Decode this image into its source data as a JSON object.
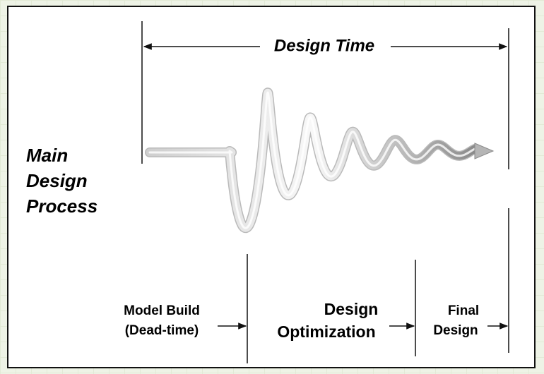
{
  "diagram": {
    "title": "Design Time",
    "main_label": [
      "Main",
      "Design",
      "Process"
    ],
    "phases": {
      "model_build": [
        "Model Build",
        "(Dead-time)"
      ],
      "optimization": [
        "Design",
        "Optimization"
      ],
      "final": [
        "Final",
        "Design"
      ]
    },
    "colors": {
      "line": "#111111",
      "spring_light": "#f2f2f2",
      "spring_dark": "#555555"
    }
  }
}
